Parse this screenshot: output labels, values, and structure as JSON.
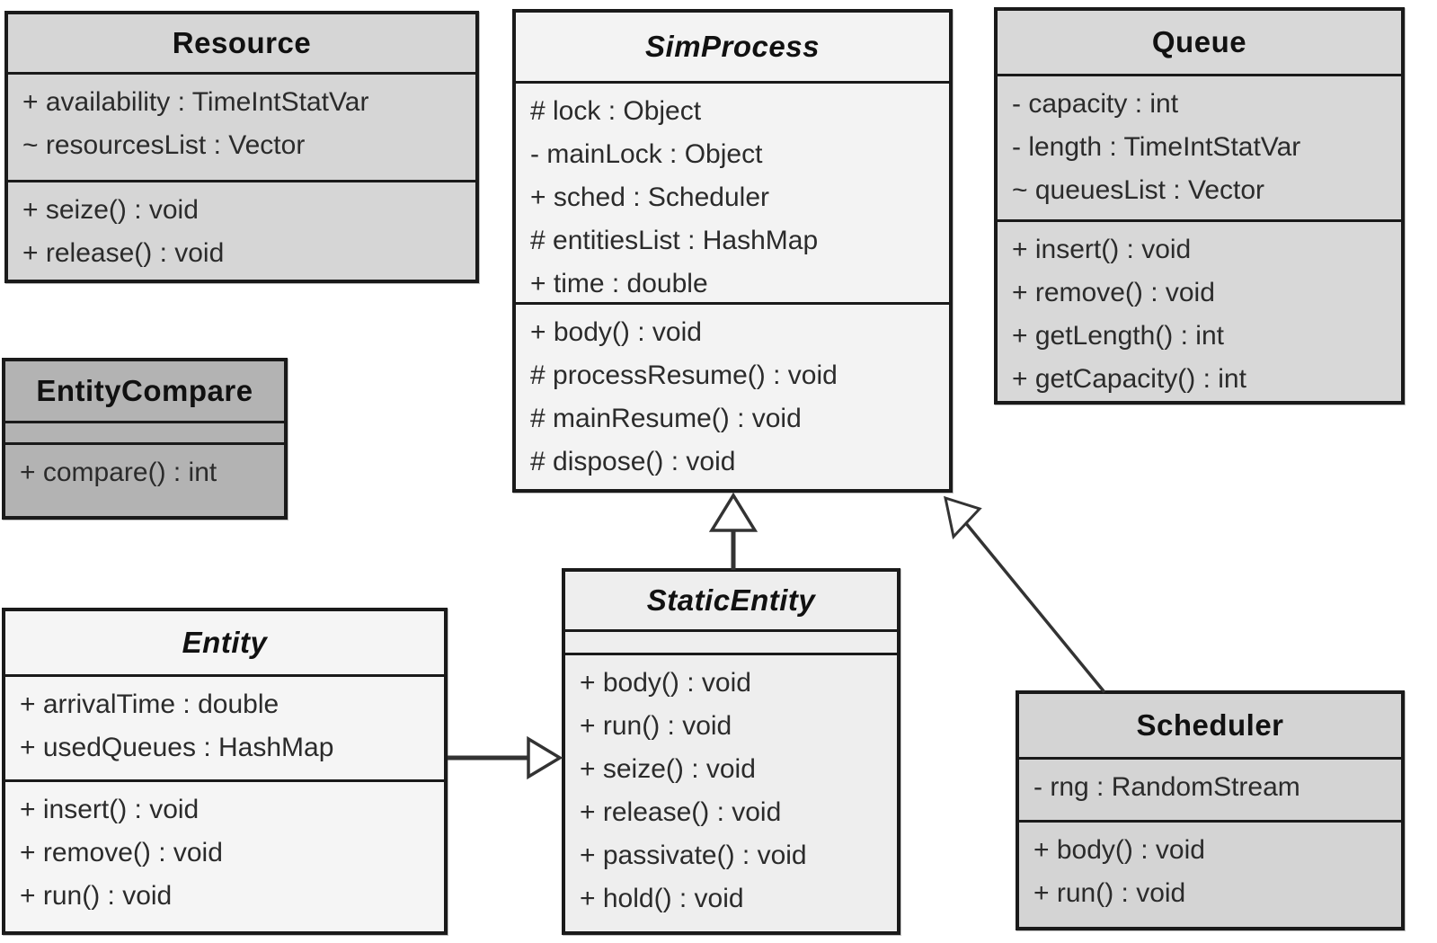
{
  "diagram": {
    "type": "uml-class-diagram",
    "classes": {
      "resource": {
        "name": "Resource",
        "abstract": false,
        "attributes": [
          "+ availability : TimeIntStatVar",
          "~ resourcesList : Vector"
        ],
        "methods": [
          "+ seize() : void",
          "+ release() : void"
        ]
      },
      "simprocess": {
        "name": "SimProcess",
        "abstract": true,
        "attributes": [
          "# lock : Object",
          "- mainLock : Object",
          "+ sched : Scheduler",
          "# entitiesList : HashMap",
          "+ time : double"
        ],
        "methods": [
          "+ body() : void",
          "# processResume() : void",
          "# mainResume() : void",
          "# dispose() : void"
        ]
      },
      "queue": {
        "name": "Queue",
        "abstract": false,
        "attributes": [
          "- capacity : int",
          "- length : TimeIntStatVar",
          "~ queuesList : Vector"
        ],
        "methods": [
          "+ insert() : void",
          "+ remove() : void",
          "+ getLength() : int",
          "+ getCapacity() : int"
        ]
      },
      "entitycompare": {
        "name": "EntityCompare",
        "abstract": false,
        "attributes": [],
        "methods": [
          "+ compare() : int"
        ]
      },
      "entity": {
        "name": "Entity",
        "abstract": true,
        "attributes": [
          "+ arrivalTime : double",
          "+ usedQueues : HashMap"
        ],
        "methods": [
          "+ insert() : void",
          "+ remove() : void",
          "+ run() : void"
        ]
      },
      "staticentity": {
        "name": "StaticEntity",
        "abstract": true,
        "attributes": [],
        "methods": [
          "+ body() : void",
          "+ run() : void",
          "+ seize() : void",
          "+ release() : void",
          "+ passivate() : void",
          "+ hold() : void"
        ]
      },
      "scheduler": {
        "name": "Scheduler",
        "abstract": false,
        "attributes": [
          "- rng : RandomStream"
        ],
        "methods": [
          "+ body() : void",
          "+ run() : void"
        ]
      }
    },
    "relations": [
      {
        "type": "generalization",
        "from": "StaticEntity",
        "to": "SimProcess"
      },
      {
        "type": "generalization",
        "from": "Scheduler",
        "to": "SimProcess"
      },
      {
        "type": "generalization",
        "from": "Entity",
        "to": "StaticEntity"
      }
    ],
    "colors": {
      "background": "#ffffff",
      "border": "#1a1a1a",
      "line": "#333333",
      "text": "#2b2b2b",
      "title_text": "#111111",
      "resource_fill": "#d6d6d6",
      "simprocess_fill": "#f3f3f3",
      "queue_fill": "#d8d8d8",
      "entitycompare_fill": "#b3b3b3",
      "entity_fill": "#f5f5f5",
      "staticentity_fill": "#eeeeee",
      "scheduler_fill": "#d4d4d4"
    }
  }
}
